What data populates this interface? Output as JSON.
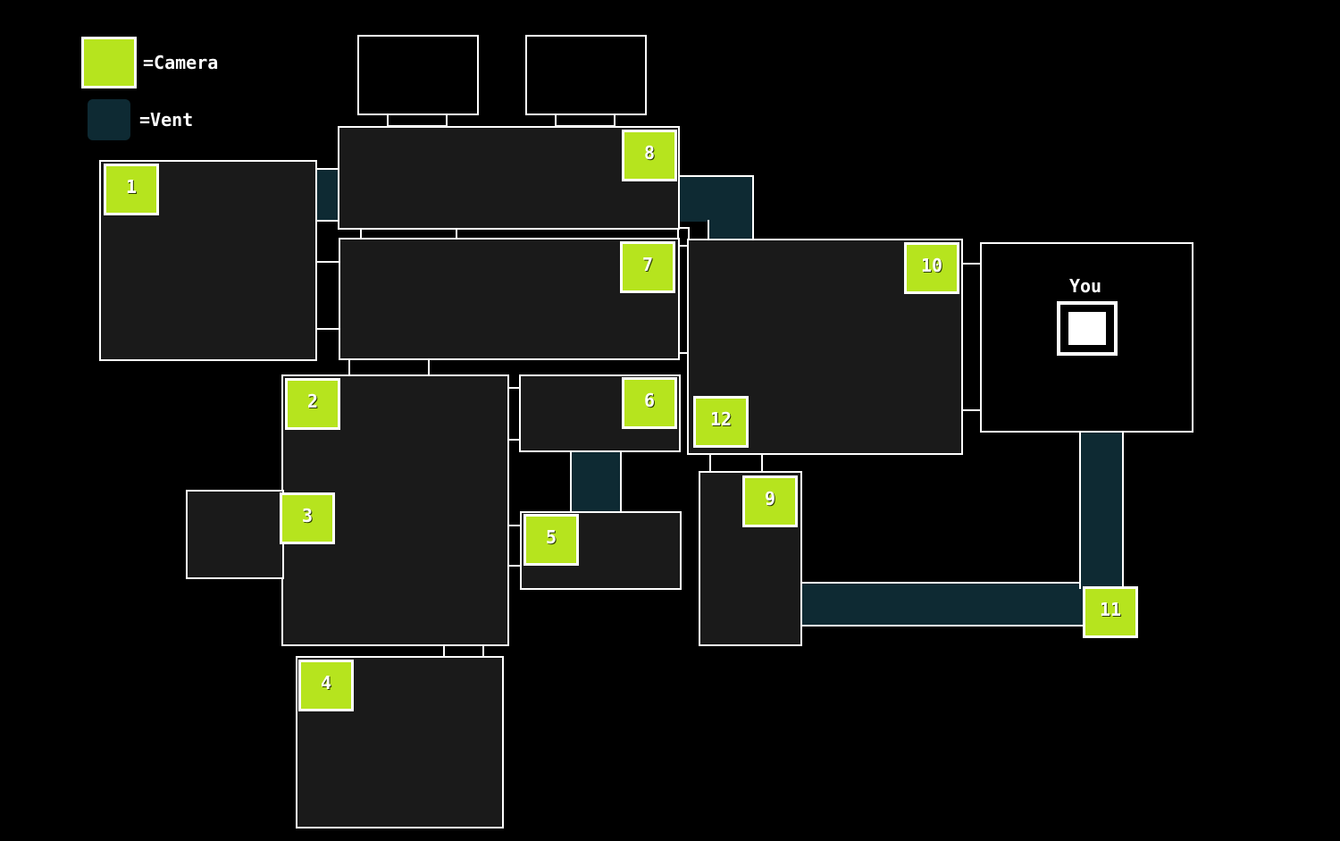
{
  "legend": {
    "camera_label": "=Camera",
    "vent_label": "=Vent"
  },
  "office": {
    "you_label": "You"
  },
  "cameras": [
    {
      "id": "cam-1",
      "label": "1"
    },
    {
      "id": "cam-2",
      "label": "2"
    },
    {
      "id": "cam-3",
      "label": "3"
    },
    {
      "id": "cam-4",
      "label": "4"
    },
    {
      "id": "cam-5",
      "label": "5"
    },
    {
      "id": "cam-6",
      "label": "6"
    },
    {
      "id": "cam-7",
      "label": "7"
    },
    {
      "id": "cam-8",
      "label": "8"
    },
    {
      "id": "cam-9",
      "label": "9"
    },
    {
      "id": "cam-10",
      "label": "10"
    },
    {
      "id": "cam-11",
      "label": "11"
    },
    {
      "id": "cam-12",
      "label": "12"
    }
  ],
  "colors": {
    "camera": "#b6e41e",
    "vent": "#0e2a33",
    "room_fill": "#1a1a1a",
    "outline": "#ffffff",
    "background": "#000000"
  }
}
